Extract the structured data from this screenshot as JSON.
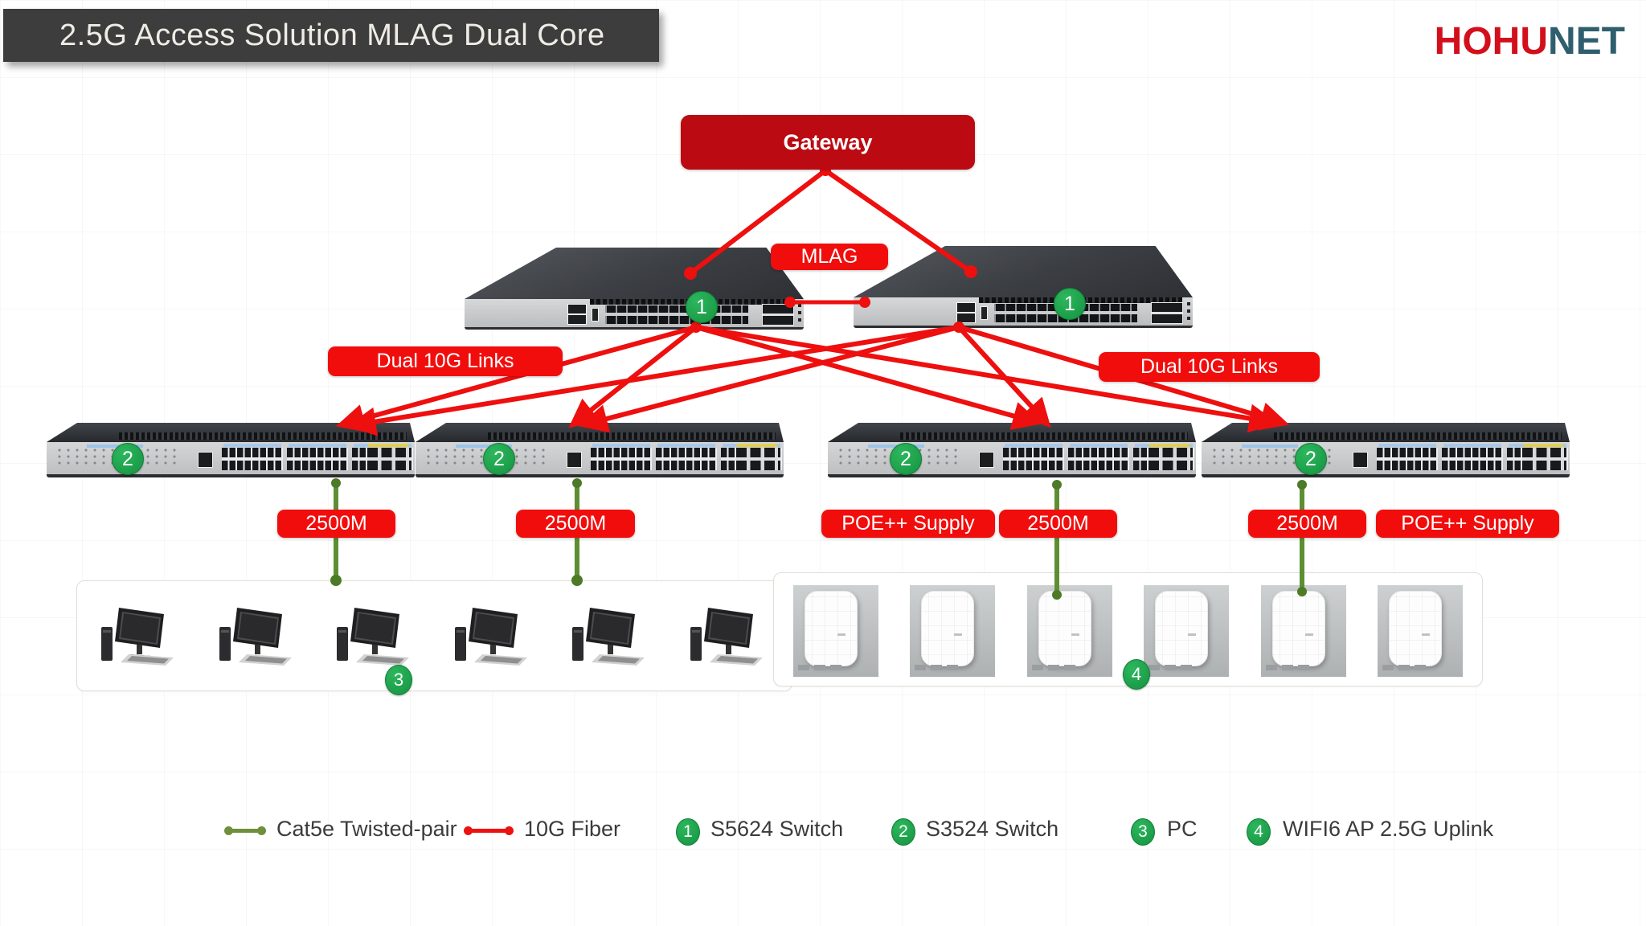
{
  "header": {
    "title": "2.5G Access Solution MLAG Dual Core"
  },
  "logo": {
    "part1": "HOHU",
    "part2": "NET"
  },
  "labels": {
    "gateway": "Gateway",
    "mlag": "MLAG",
    "dual_10g": "Dual 10G Links",
    "speed": "2500M",
    "poe": "POE++ Supply"
  },
  "badges": {
    "core": "1",
    "access": "2",
    "pc": "3",
    "ap": "4"
  },
  "legend": {
    "items": [
      {
        "type": "line",
        "color": "#6f8f3c",
        "label": "Cat5e Twisted-pair"
      },
      {
        "type": "line",
        "color": "#ee1111",
        "label": "10G Fiber"
      },
      {
        "type": "badge",
        "number": "1",
        "label": "S5624 Switch"
      },
      {
        "type": "badge",
        "number": "2",
        "label": "S3524 Switch"
      },
      {
        "type": "badge",
        "number": "3",
        "label": "PC"
      },
      {
        "type": "badge",
        "number": "4",
        "label": "WIFI6 AP 2.5G Uplink"
      }
    ]
  },
  "colors": {
    "banner_gray": "#3d3d3d",
    "logo_red": "#d40f1c",
    "logo_teal": "#2f5f6e",
    "gateway_red": "#bb0a12",
    "label_red": "#f20d0d",
    "fiber_red": "#ee0f0f",
    "cable_green": "#5d8f32",
    "badge_green": "#1fa24c"
  }
}
